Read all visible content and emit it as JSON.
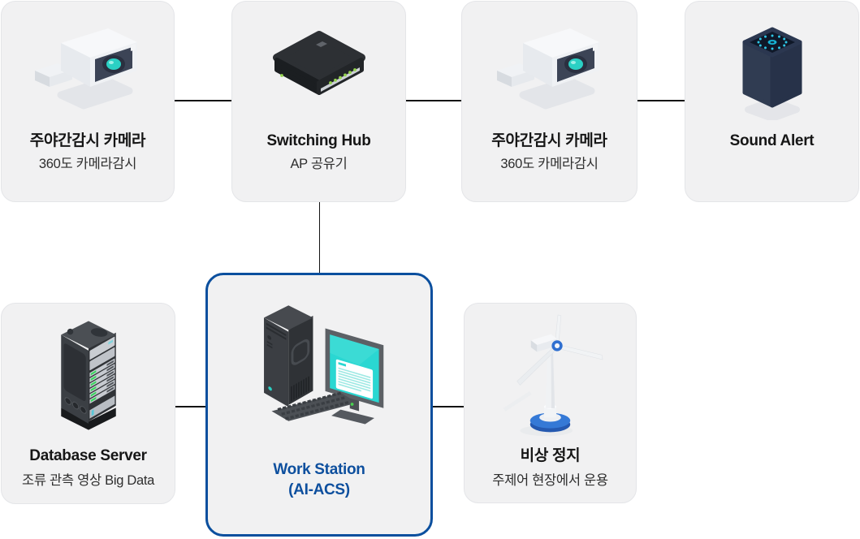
{
  "colors": {
    "accent_blue": "#0b4f9e",
    "card_background": "#f1f1f2",
    "connector_line": "#141414",
    "screen_teal": "#2ad7d2",
    "led_green": "#8fd14f"
  },
  "nodes": {
    "camera1": {
      "title": "주야간감시 카메라",
      "subtitle": "360도 카메라감시",
      "icon": "cctv-camera"
    },
    "hub": {
      "title": "Switching Hub",
      "subtitle": "AP 공유기",
      "icon": "network-switch"
    },
    "camera2": {
      "title": "주야간감시 카메라",
      "subtitle": "360도 카메라감시",
      "icon": "cctv-camera"
    },
    "sound": {
      "title": "Sound Alert",
      "icon": "smart-speaker"
    },
    "db": {
      "title": "Database Server",
      "subtitle": "조류 관측 영상 Big Data",
      "icon": "server-rack"
    },
    "workstation": {
      "title_line1": "Work Station",
      "title_line2": "(AI-ACS)",
      "icon": "workstation-computer",
      "highlighted": true
    },
    "emergency": {
      "title": "비상 정지",
      "subtitle": "주제어 현장에서 운용",
      "icon": "wind-turbine"
    }
  },
  "connections": [
    [
      "camera1",
      "hub"
    ],
    [
      "hub",
      "camera2"
    ],
    [
      "camera2",
      "sound"
    ],
    [
      "hub",
      "workstation"
    ],
    [
      "db",
      "workstation"
    ],
    [
      "workstation",
      "emergency"
    ]
  ]
}
